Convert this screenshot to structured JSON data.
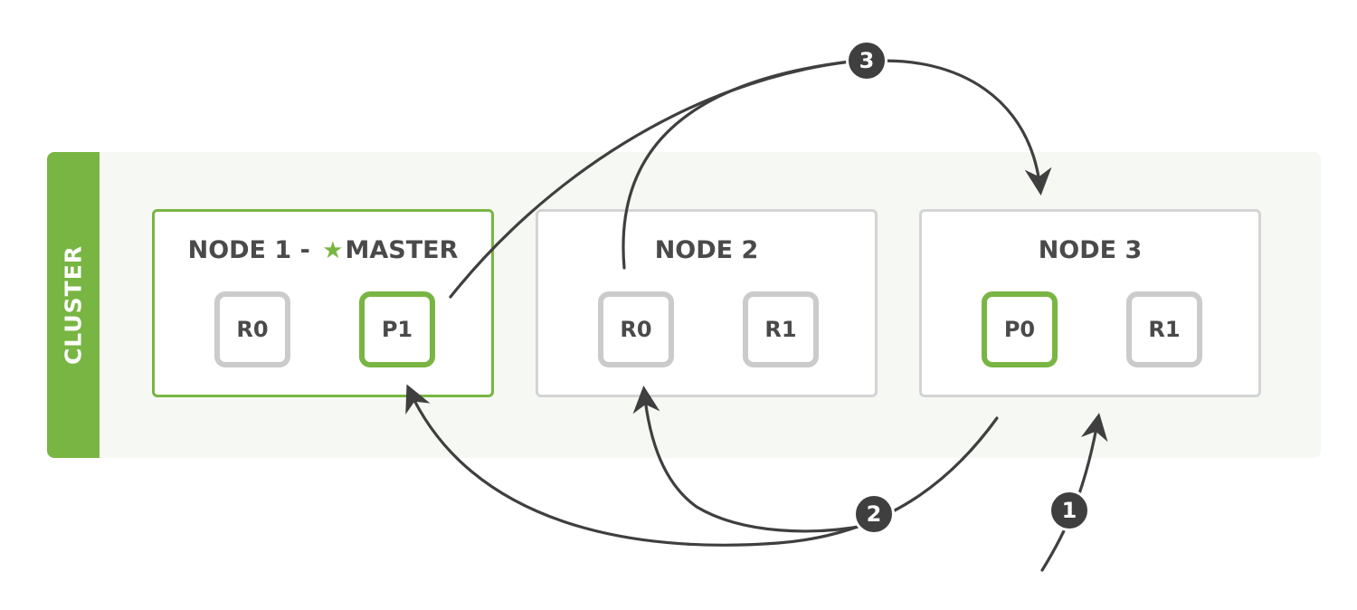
{
  "cluster": {
    "label": "CLUSTER"
  },
  "nodes": [
    {
      "title": "NODE 1 - ",
      "master_label": "MASTER",
      "is_master": true,
      "shards": [
        {
          "label": "R0",
          "kind": "replica"
        },
        {
          "label": "P1",
          "kind": "primary"
        }
      ]
    },
    {
      "title": "NODE 2",
      "shards": [
        {
          "label": "R0",
          "kind": "replica"
        },
        {
          "label": "R1",
          "kind": "replica"
        }
      ]
    },
    {
      "title": "NODE 3",
      "shards": [
        {
          "label": "P0",
          "kind": "primary"
        },
        {
          "label": "R1",
          "kind": "replica"
        }
      ]
    }
  ],
  "steps": [
    {
      "number": "1"
    },
    {
      "number": "2"
    },
    {
      "number": "3"
    }
  ],
  "icons": {
    "master_marker": "star-icon",
    "step_marker": "numbered-circle-icon"
  },
  "colors": {
    "primary_green": "#79b543",
    "replica_gray": "#cbcbcb",
    "node_border_gray": "#d4d4d4",
    "arrow_dark": "#3f3f3f",
    "text_dark": "#4a4a4a",
    "band_bg": "#f6f8f3"
  }
}
